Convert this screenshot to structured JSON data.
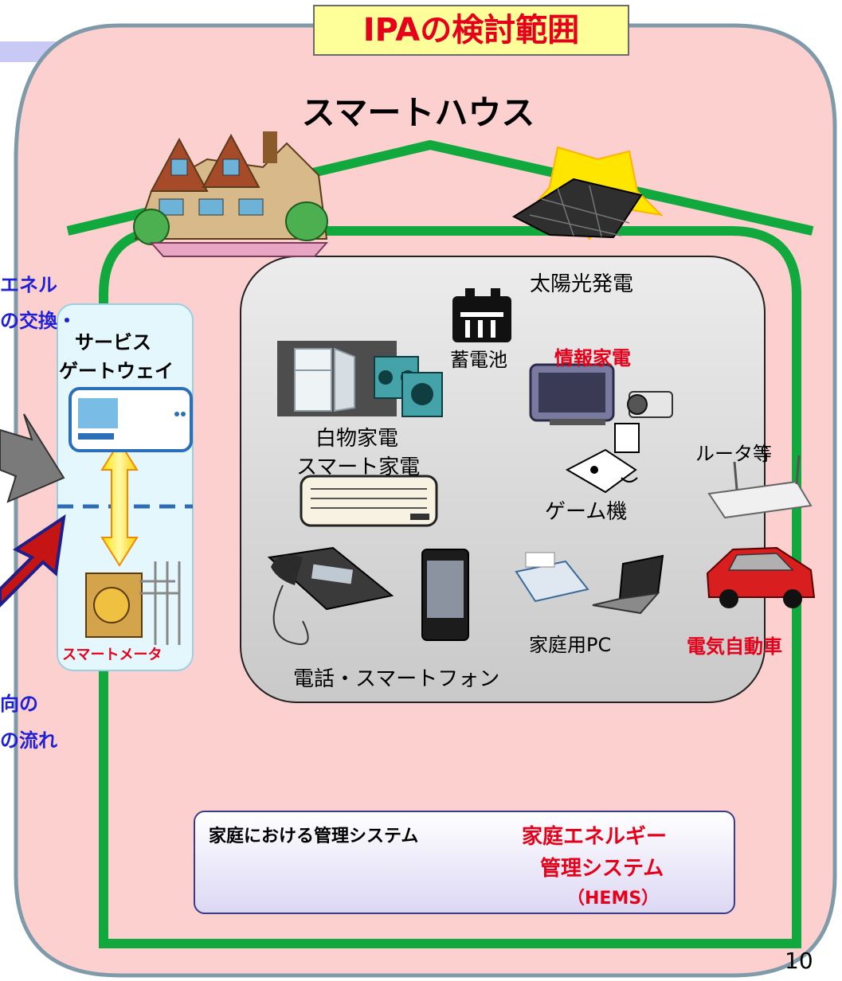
{
  "title": "IPAの検討範囲",
  "house_title": "スマートハウス",
  "labels": {
    "solar": "太陽光発電",
    "battery": "蓄電池",
    "info_appliances": "情報家電",
    "white_goods_line1": "白物家電",
    "white_goods_line2": "スマート家電",
    "router": "ルータ等",
    "game": "ゲーム機",
    "home_pc": "家庭用PC",
    "ev": "電気自動車",
    "phone": "電話・スマートフォン",
    "service_gw_line1": "サービス",
    "service_gw_line2": "ゲートウェイ",
    "smart_meter": "スマートメータ",
    "left_top_line1": "エネル",
    "left_top_line2": "の交換・",
    "left_bottom_line1": "向の",
    "left_bottom_line2": "の流れ",
    "home_mgmt": "家庭における管理システム",
    "hems_line1": "家庭エネルギー",
    "hems_line2": "管理システム",
    "hems_line3": "（HEMS）"
  },
  "page_number": "10",
  "colors": {
    "house_fill": "#fdd0d0",
    "house_border": "#7f9aa8",
    "green_frame": "#11a83d",
    "title_text": "#e6001a",
    "title_bg": "#ffff99",
    "blue_text": "#1f1fd6",
    "gateway_panel": "#e4f7fd"
  },
  "icons": [
    "house-icon",
    "solar-panel-icon",
    "battery-icon",
    "fridge-icon",
    "stereo-icon",
    "tv-icon",
    "camcorder-icon",
    "game-console-icon",
    "air-conditioner-icon",
    "router-icon",
    "car-icon",
    "phone-icon",
    "smartphone-icon",
    "printer-icon",
    "laptop-icon",
    "gateway-device-icon",
    "smart-meter-icon",
    "control-console-icon"
  ]
}
